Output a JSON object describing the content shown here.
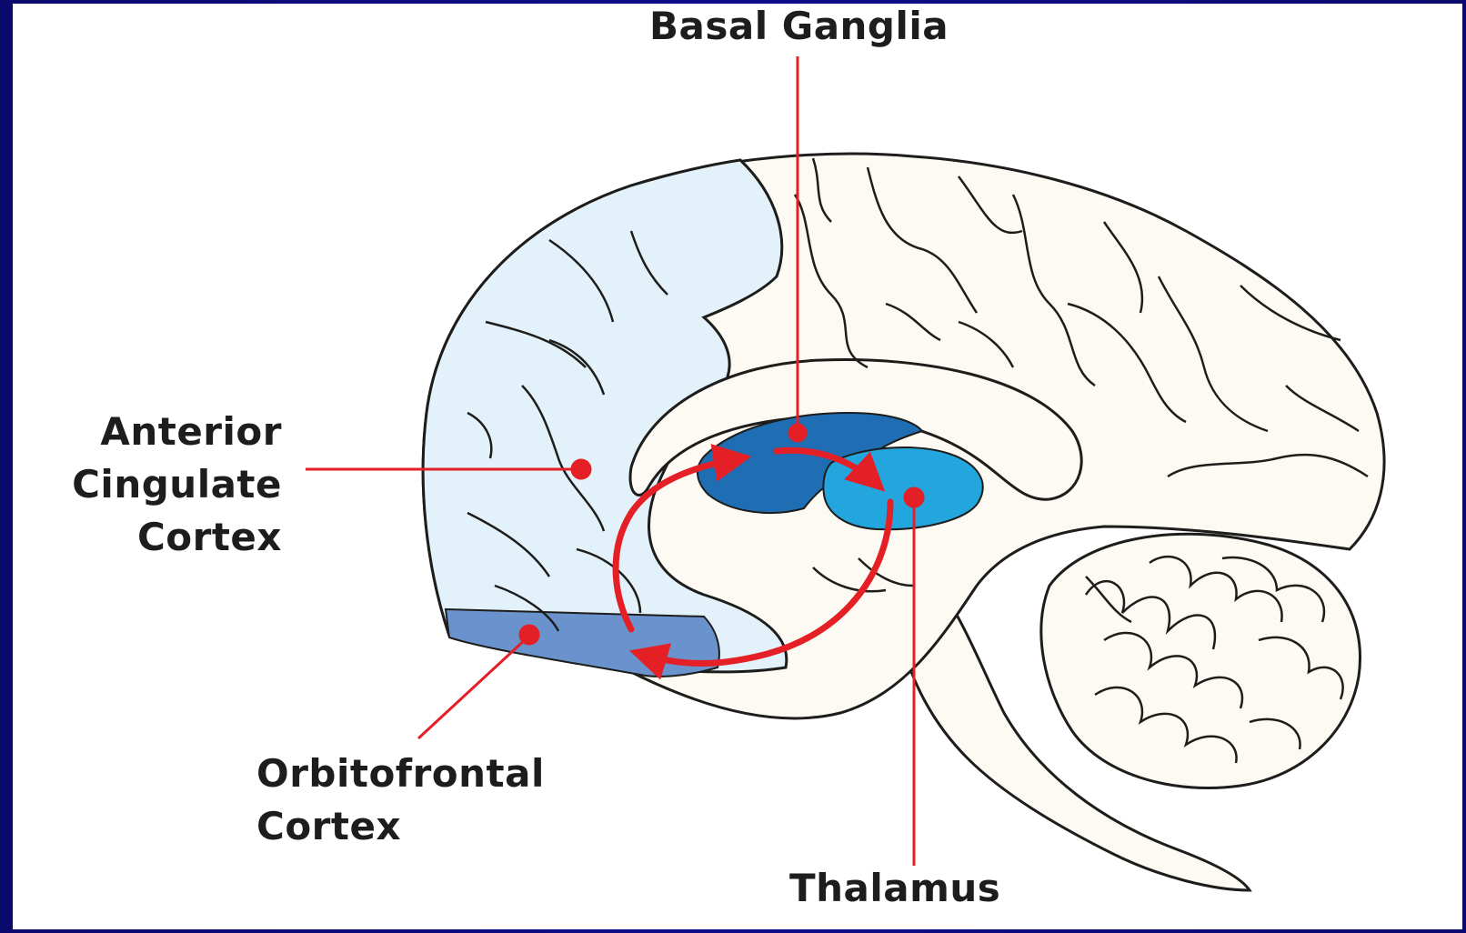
{
  "labels": {
    "basal_ganglia": "Basal Ganglia",
    "anterior_cingulate": [
      "Anterior",
      "Cingulate",
      "Cortex"
    ],
    "orbitofrontal": [
      "Orbitofrontal",
      "Cortex"
    ],
    "thalamus": "Thalamus"
  },
  "colors": {
    "frame": "#0c0c8a",
    "brain_fill": "#fdfaf4",
    "anterior_cingulate": "#e3f1fa",
    "orbitofrontal": "#6a93cd",
    "basal_ganglia": "#1f6eb4",
    "thalamus": "#22a6dd",
    "pointer": "#e41f26",
    "outline": "#1d1d1b"
  }
}
